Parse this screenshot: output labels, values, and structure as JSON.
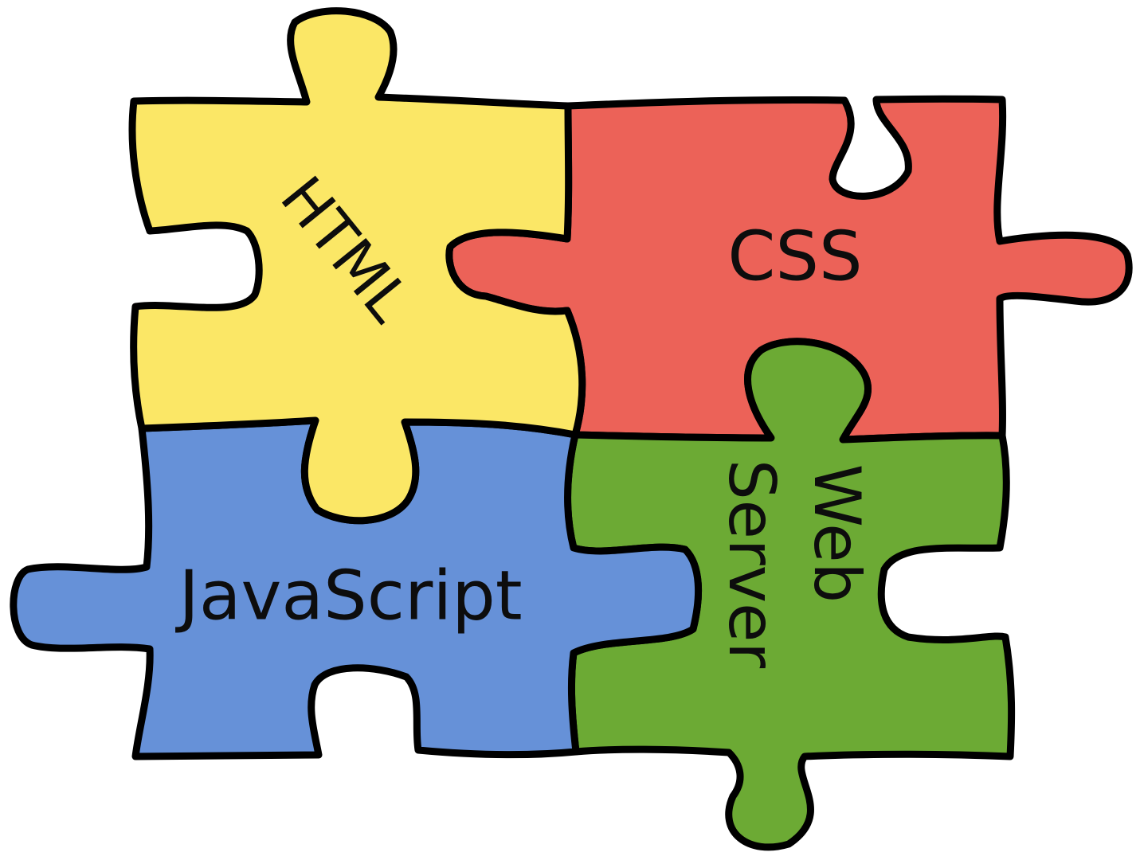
{
  "pieces": {
    "html": {
      "label": "HTML",
      "color": "#fbe766"
    },
    "css": {
      "label": "CSS",
      "color": "#ec6258"
    },
    "javascript": {
      "label": "JavaScript",
      "color": "#6691d8"
    },
    "web_server": {
      "label_line1": "Web",
      "label_line2": "Server",
      "color": "#6caa34"
    }
  }
}
